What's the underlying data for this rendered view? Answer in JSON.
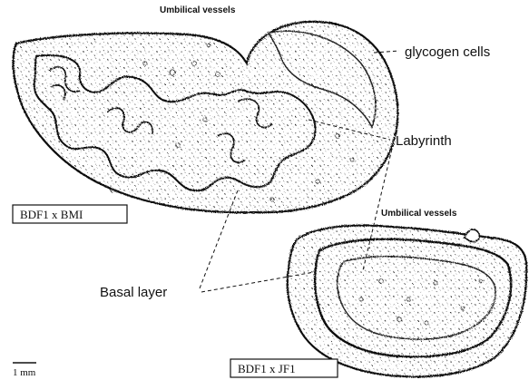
{
  "figure": {
    "labels": {
      "umbilical_top": "Umbilical vessels",
      "glycogen": "glycogen cells",
      "labyrinth": "Labyrinth",
      "basal": "Basal layer",
      "umbilical_right": "Umbilical vessels"
    },
    "specimens": {
      "left": "BDF1 x BMI",
      "right": "BDF1 x JF1"
    },
    "scale_bar": "1 mm"
  }
}
